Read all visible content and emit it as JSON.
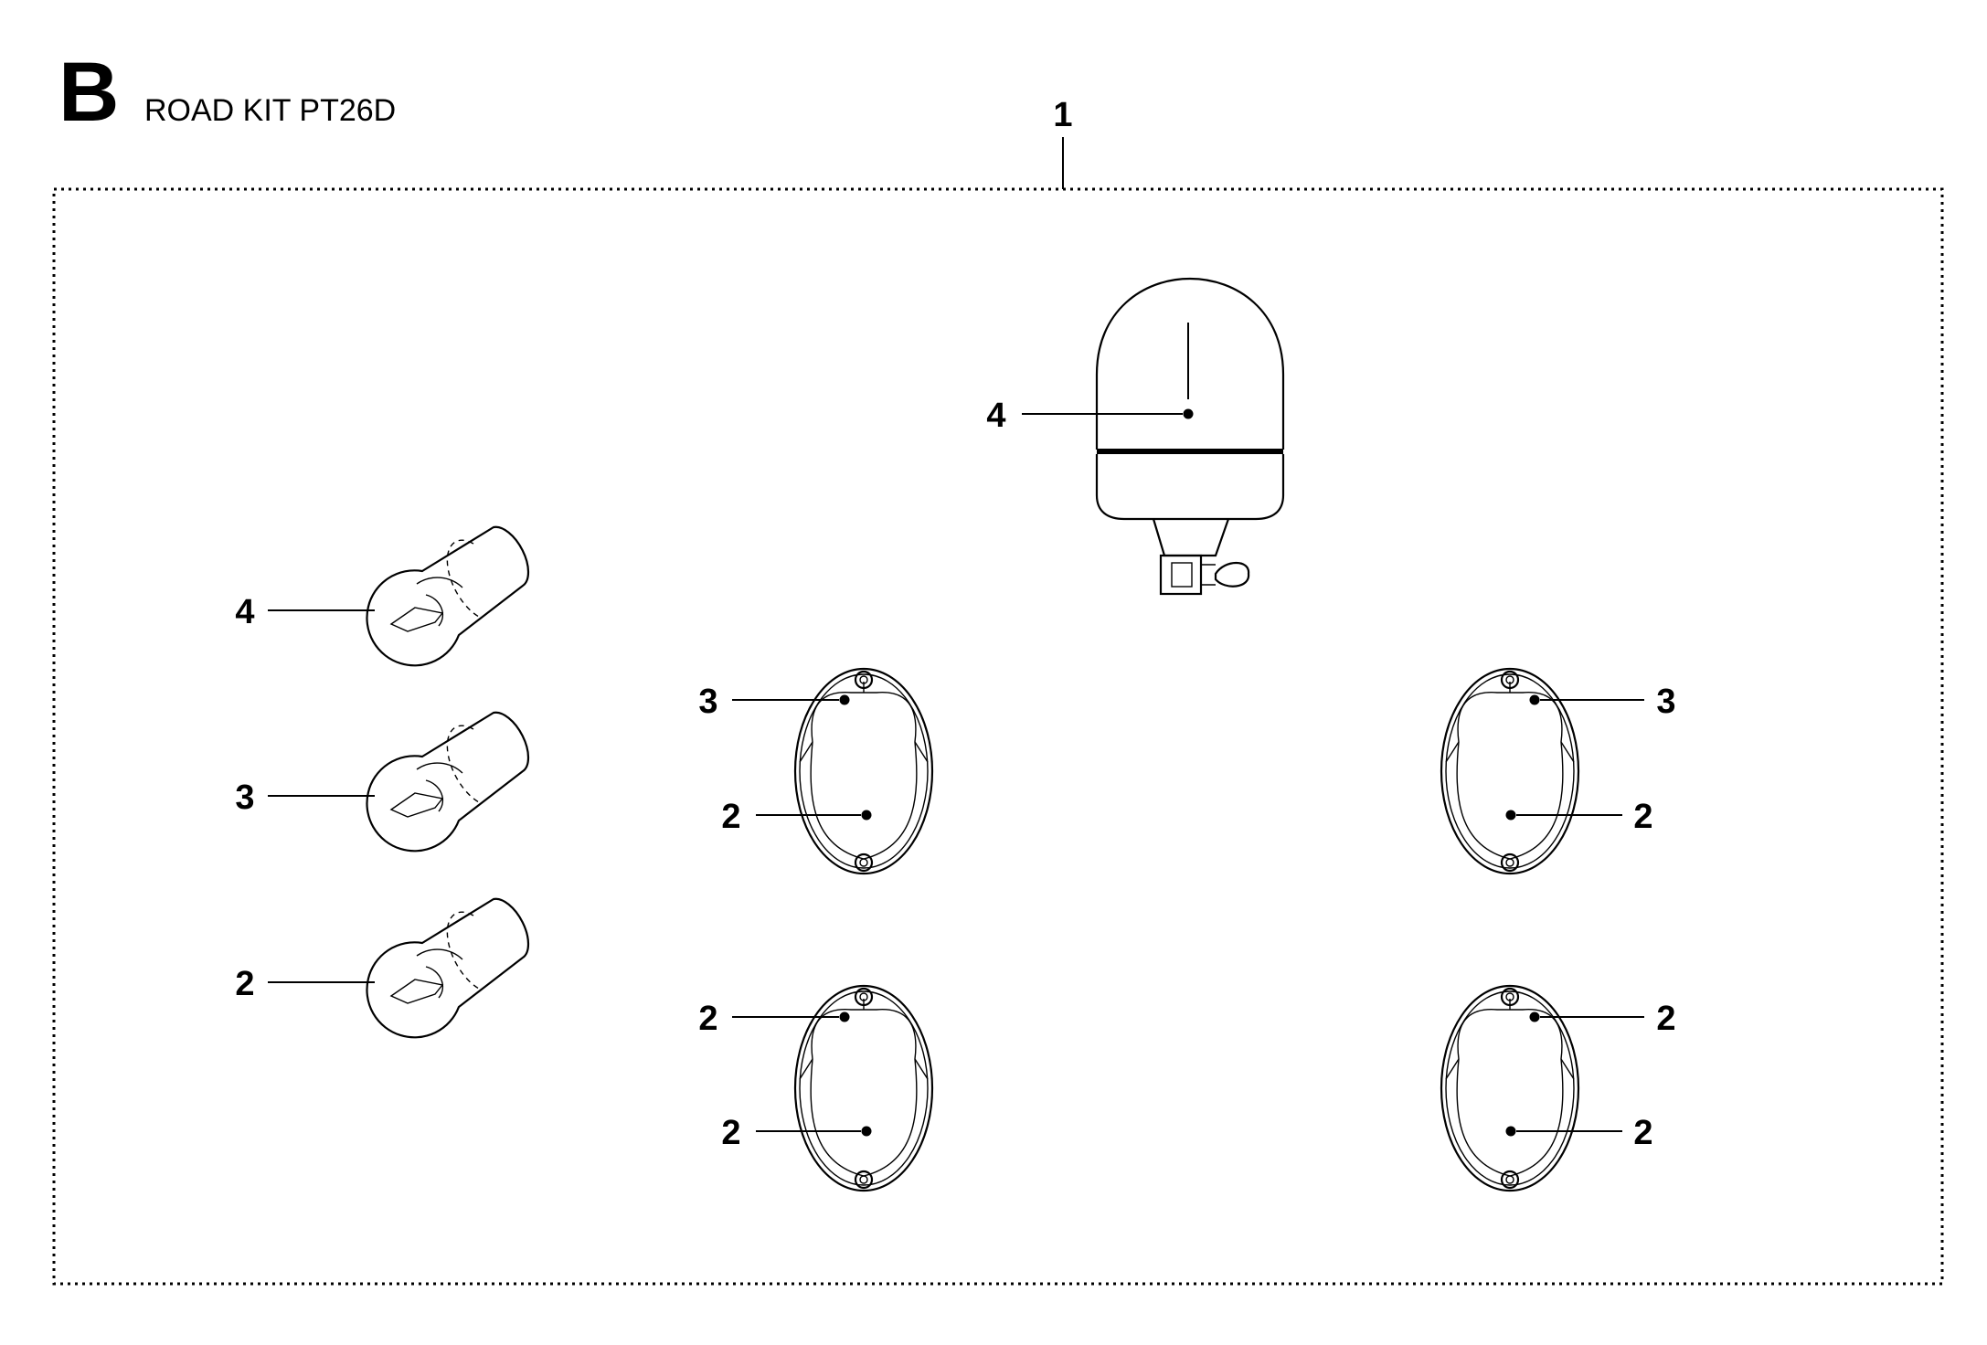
{
  "section": {
    "letter": "B",
    "title": "ROAD KIT PT26D"
  },
  "assembly_callout": {
    "label": "1"
  },
  "callouts": {
    "beacon": "4",
    "bulb_top": "4",
    "bulb_middle": "3",
    "bulb_bottom": "2",
    "lamp_ul_screw": "3",
    "lamp_ul_center": "2",
    "lamp_ur_screw": "3",
    "lamp_ur_center": "2",
    "lamp_ll_screw": "2",
    "lamp_ll_center": "2",
    "lamp_lr_screw": "2",
    "lamp_lr_center": "2"
  },
  "colors": {
    "ink": "#000000",
    "background": "#ffffff"
  }
}
